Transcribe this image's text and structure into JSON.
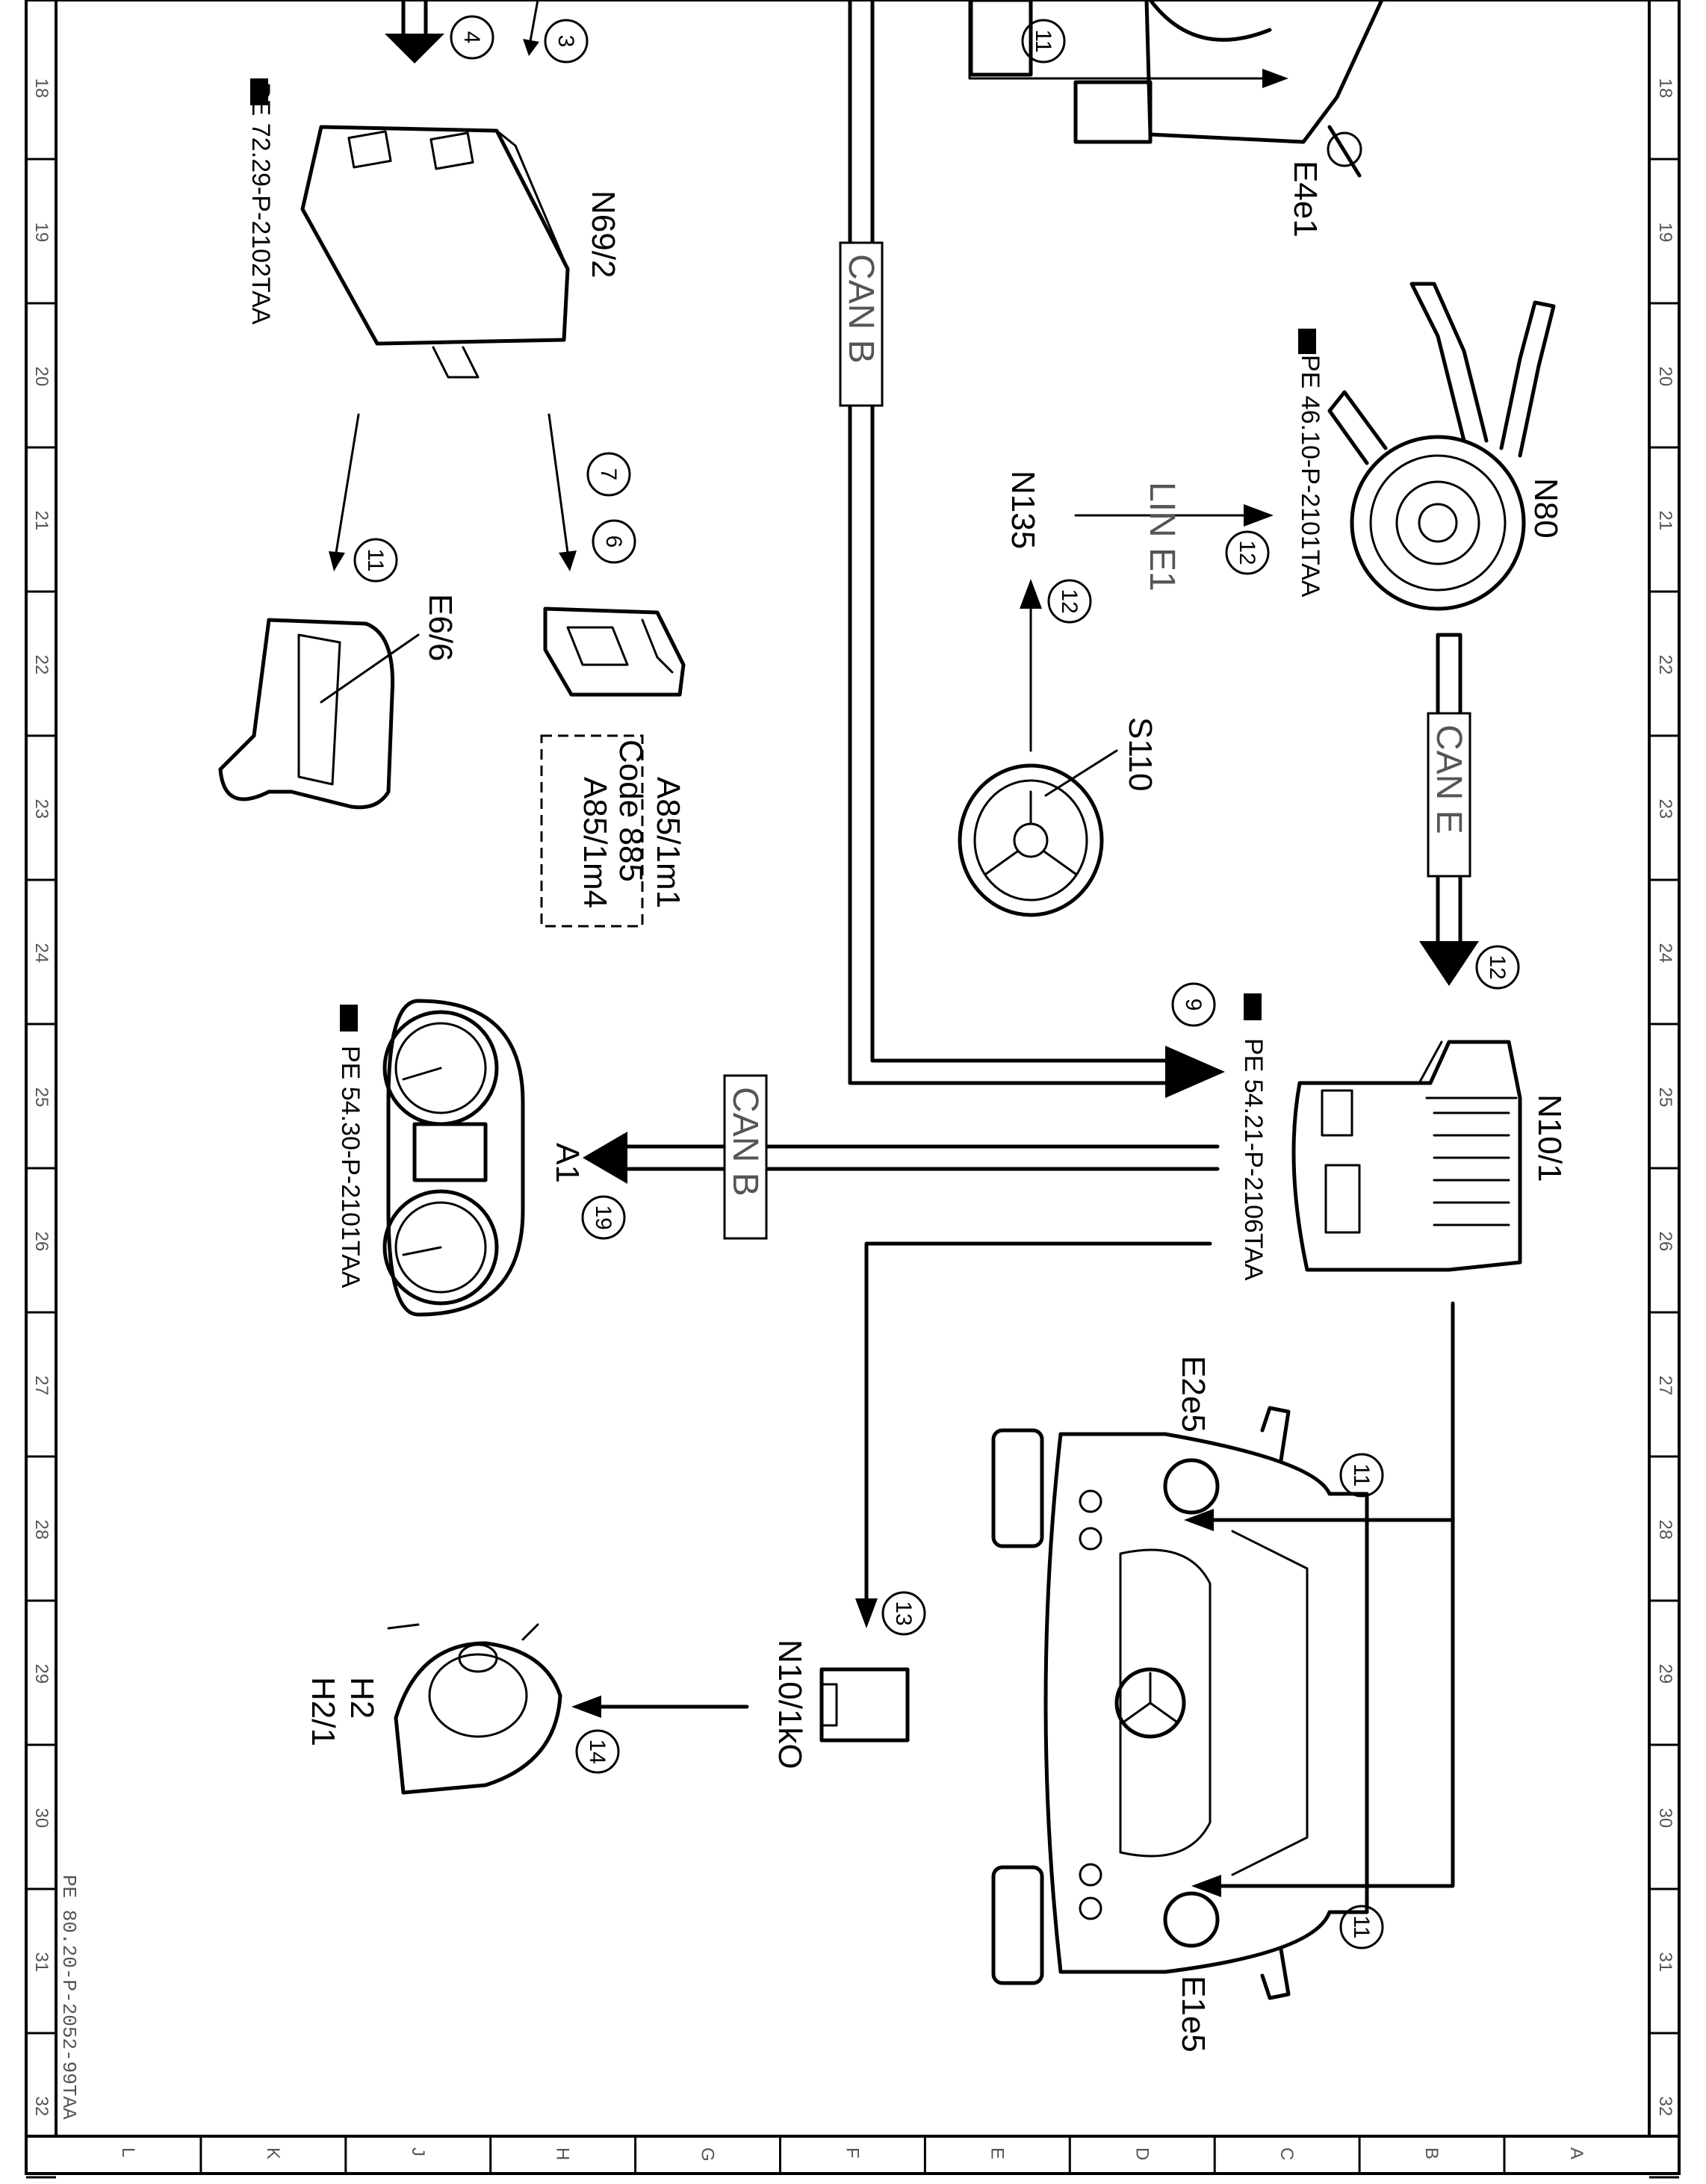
{
  "components": {
    "N69_2": {
      "label": "N69/2",
      "ref": "PE 72.29-P-2102TAA"
    },
    "E4e1": {
      "label": "E4e1"
    },
    "N80": {
      "label": "N80",
      "ref": "PE 46.10-P-2101TAA"
    },
    "N135": {
      "label": "N135"
    },
    "S110": {
      "label": "S110"
    },
    "E6_6": {
      "label": "E6/6"
    },
    "A85": {
      "label1": "A85/1m1",
      "label2": "Code 885",
      "label3": "A85/1m4"
    },
    "N10_1": {
      "label": "N10/1",
      "ref": "PE 54.21-P-2106TAA"
    },
    "A1": {
      "label": "A1",
      "ref": "PE 54.30-P-2101TAA"
    },
    "E2e5": {
      "label": "E2e5"
    },
    "E1e5": {
      "label": "E1e5"
    },
    "N10_1kO": {
      "label": "N10/1kO"
    },
    "H2": {
      "label1": "H2",
      "label2": "H2/1"
    }
  },
  "buses": {
    "can_b_top": "CAN B",
    "can_b_mid": "CAN B",
    "can_e": "CAN E",
    "lin_e1": "LIN E1"
  },
  "signals": {
    "s3": "3",
    "s4": "4",
    "s6": "6",
    "s7": "7",
    "s9": "9",
    "s11a": "11",
    "s11b": "11",
    "s11c": "11",
    "s11d": "11",
    "s12a": "12",
    "s12b": "12",
    "s12c": "12",
    "s13": "13",
    "s14": "14",
    "s19": "19"
  },
  "grid": {
    "numbers": [
      "18",
      "19",
      "20",
      "21",
      "22",
      "23",
      "24",
      "25",
      "26",
      "27",
      "28",
      "29",
      "30",
      "31",
      "32"
    ],
    "letters": [
      "L",
      "K",
      "J",
      "H",
      "G",
      "F",
      "E",
      "D",
      "C",
      "B",
      "A"
    ]
  },
  "footer": {
    "doc_ref": "PE 80.20-P-2052-99TAA"
  }
}
